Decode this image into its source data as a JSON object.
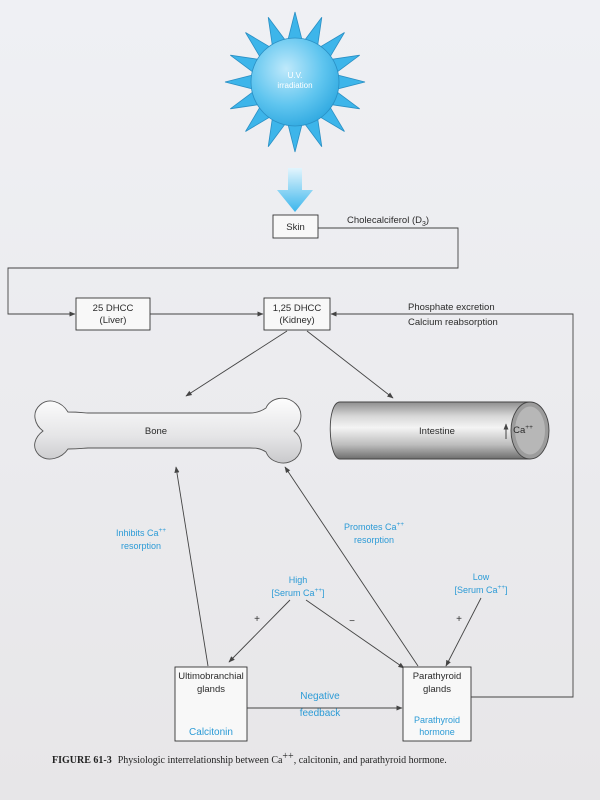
{
  "sun": {
    "line1": "U.V.",
    "line2": "irradiation",
    "color": "#37b4ea"
  },
  "skin": {
    "label": "Skin",
    "product": "Cholecalciferol (D",
    "product_sub": "3",
    "product_close": ")"
  },
  "liver_box": {
    "line1": "25 DHCC",
    "line2": "(Liver)"
  },
  "kidney_box": {
    "line1": "1,25 DHCC",
    "line2": "(Kidney)"
  },
  "kidney_effects": {
    "line1": "Phosphate excretion",
    "line2": "Calcium reabsorption"
  },
  "bone": {
    "label": "Bone"
  },
  "intestine": {
    "label": "Intestine",
    "ca_label": "Ca",
    "ca_sup": "++"
  },
  "inhibits": {
    "line1": "Inhibits Ca",
    "line1_sup": "++",
    "line2": "resorption"
  },
  "promotes": {
    "line1": "Promotes Ca",
    "line1_sup": "++",
    "line2": "resorption"
  },
  "high_serum": {
    "line1": "High",
    "line2": "[Serum Ca",
    "line2_sup": "++",
    "line2_close": "]"
  },
  "low_serum": {
    "line1": "Low",
    "line2": "[Serum Ca",
    "line2_sup": "++",
    "line2_close": "]"
  },
  "signs": {
    "plus_left": "+",
    "minus": "−",
    "plus_right": "+"
  },
  "ultimobranchial": {
    "line1": "Ultimobranchial",
    "line2": "glands",
    "hormone": "Calcitonin"
  },
  "parathyroid": {
    "line1": "Parathyroid",
    "line2": "glands",
    "hormone1": "Parathyroid",
    "hormone2": "hormone"
  },
  "feedback": {
    "line1": "Negative",
    "line2": "feedback"
  },
  "caption": {
    "figure": "FIGURE 61-3",
    "text": "Physiologic interrelationship between Ca",
    "sup": "++",
    "text2": ", calcitonin, and parathyroid hormone."
  },
  "colors": {
    "accent_blue": "#2c9bd6",
    "line": "#444444"
  }
}
